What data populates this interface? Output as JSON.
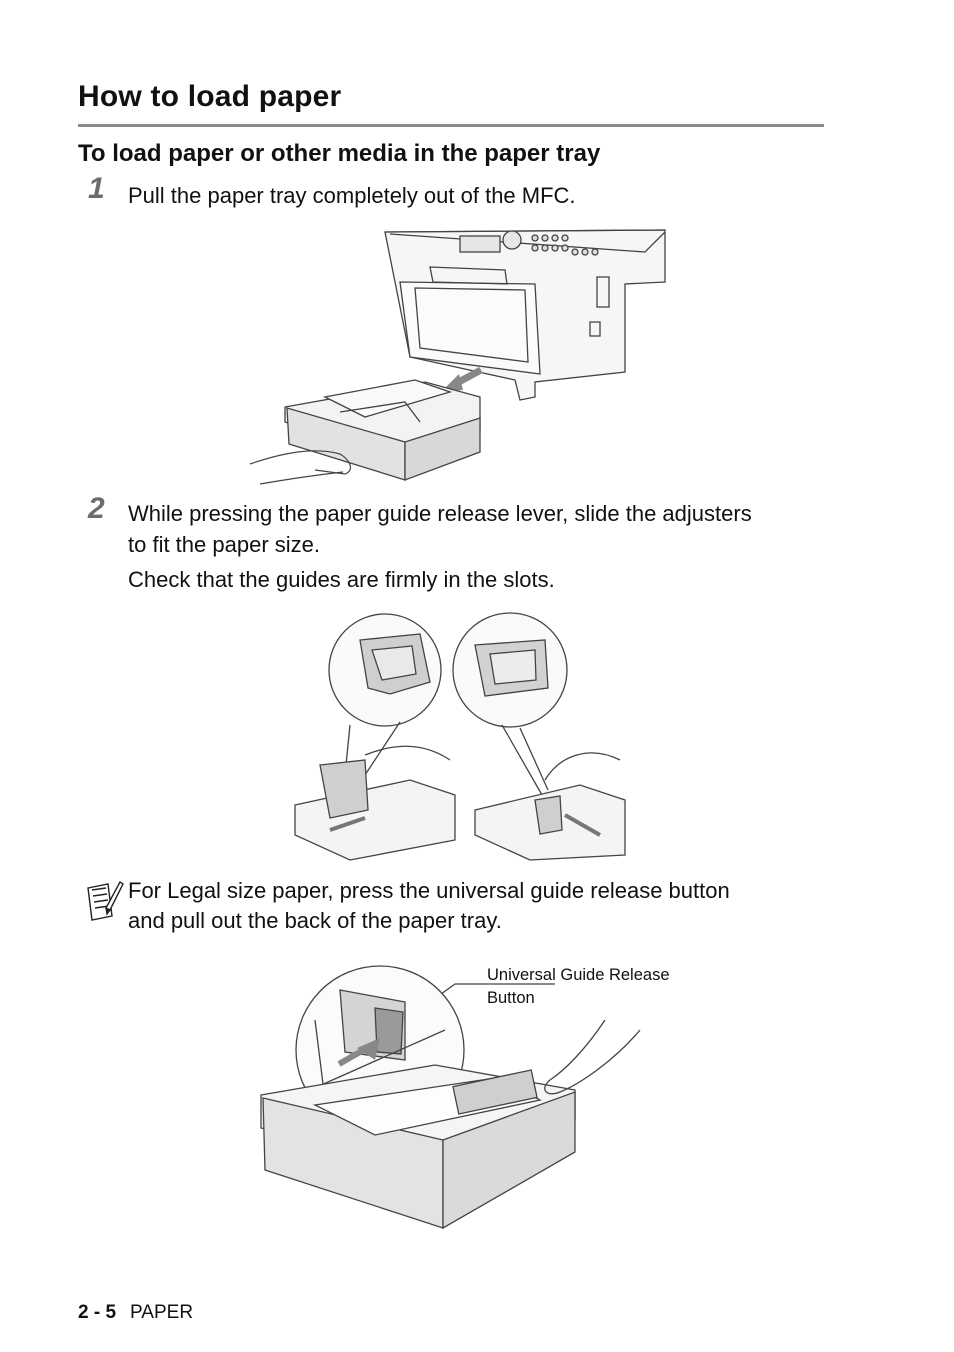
{
  "heading": "How to load paper",
  "subheading": "To load paper or other media in the paper tray",
  "steps": [
    {
      "number": "1",
      "text": "Pull the paper tray completely out of the MFC."
    },
    {
      "number": "2",
      "line1": "While pressing the paper guide release lever, slide the adjusters",
      "line2": "to fit the paper size.",
      "line3": "Check that the guides are firmly in the slots."
    }
  ],
  "note": {
    "icon": "note-pad-icon",
    "line1": "For Legal size paper, press the universal guide release button",
    "line2": "and pull out the back of the paper tray."
  },
  "callout": {
    "line1": "Universal Guide Release",
    "line2": "Button"
  },
  "footer": {
    "page": "2 - 5",
    "section": "PAPER"
  }
}
